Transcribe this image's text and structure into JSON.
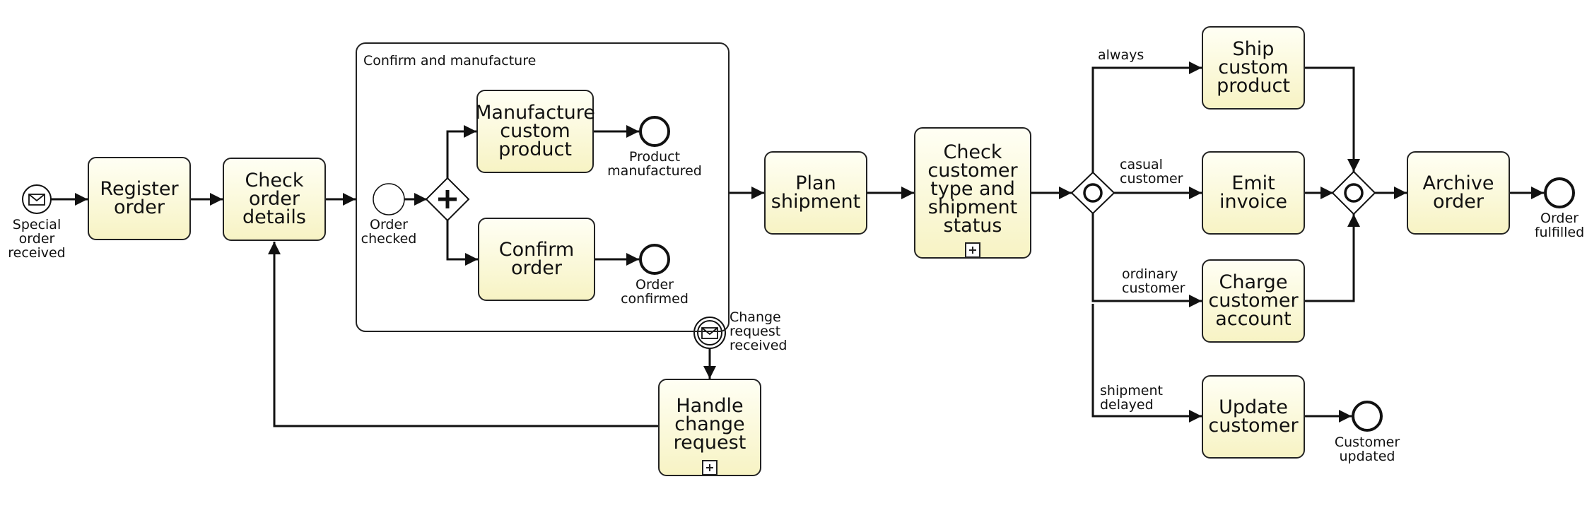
{
  "tasks": {
    "register_order": "Register\norder",
    "check_order_details": "Check\norder\ndetails",
    "manufacture_custom_product": "Manufacture\ncustom\nproduct",
    "confirm_order": "Confirm\norder",
    "plan_shipment": "Plan\nshipment",
    "check_customer_type": "Check\ncustomer\ntype and\nshipment\nstatus",
    "handle_change_request": "Handle\nchange\nrequest",
    "ship_custom_product": "Ship\ncustom\nproduct",
    "emit_invoice": "Emit\ninvoice",
    "charge_customer_account": "Charge\ncustomer\naccount",
    "update_customer": "Update\ncustomer",
    "archive_order": "Archive\norder"
  },
  "subprocess": {
    "title": "Confirm and manufacture"
  },
  "events": {
    "special_order_received": "Special\norder\nreceived",
    "order_checked": "Order\nchecked",
    "product_manufactured": "Product\nmanufactured",
    "order_confirmed": "Order\nconfirmed",
    "change_request_received": "Change\nrequest\nreceived",
    "order_fulfilled": "Order\nfulfilled",
    "customer_updated": "Customer\nupdated"
  },
  "flow_labels": {
    "always": "always",
    "casual_customer": "casual\ncustomer",
    "ordinary_customer": "ordinary\ncustomer",
    "shipment_delayed": "shipment\ndelayed"
  },
  "colors": {
    "task_fill_top": "#fffff4",
    "task_fill_bottom": "#f7f3c4",
    "stroke": "#222222"
  }
}
